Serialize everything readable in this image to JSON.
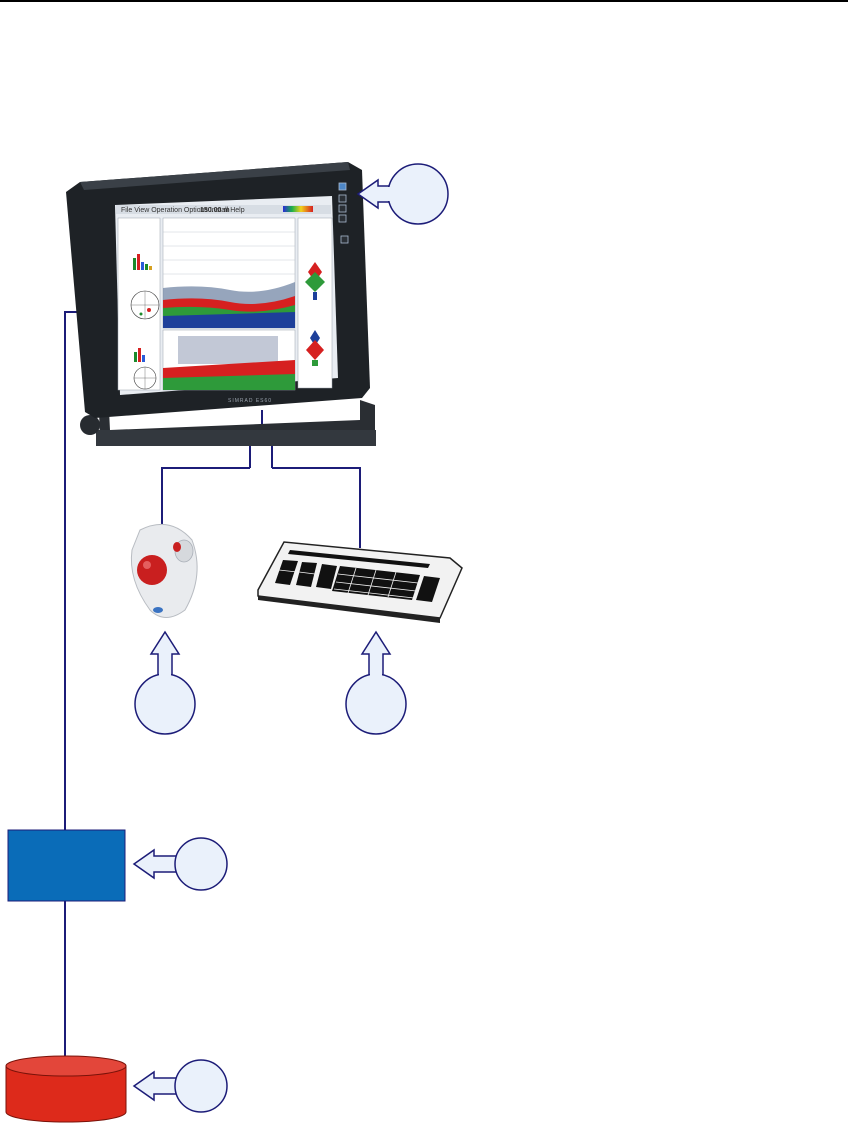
{
  "diagram": {
    "display": {
      "logo_text": "SIMRAD ES60"
    },
    "screen": {
      "menu_items": [
        "File",
        "View",
        "Operation",
        "Options",
        "Install",
        "Help"
      ],
      "header_value": "150.00 m"
    },
    "processor_color": "#0a6cb8",
    "transceiver_color": "#dd2a1b",
    "connection_color": "#1c1c78",
    "callout_fill": "#eaf1fb"
  }
}
